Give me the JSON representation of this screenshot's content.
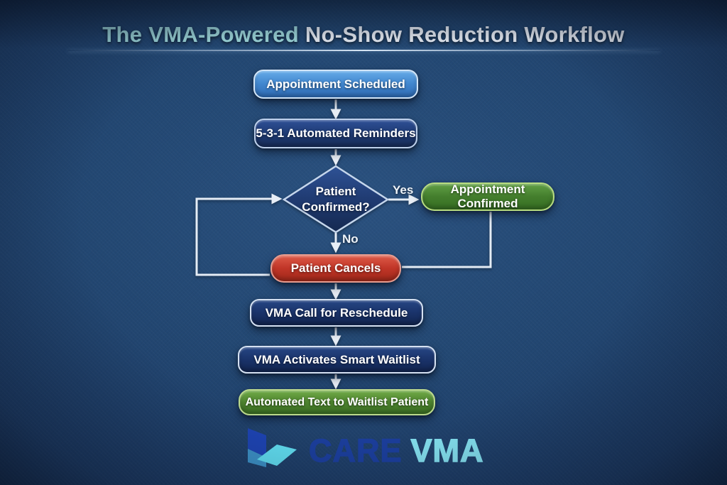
{
  "title": {
    "highlight": "The VMA-Powered",
    "rest": "No-Show Reduction Workflow"
  },
  "flow": {
    "scheduled": "Appointment Scheduled",
    "reminders": "5-3-1 Automated Reminders",
    "decision": "Patient Confirmed?",
    "confirmed": "Appointment Confirmed",
    "cancels": "Patient Cancels",
    "reschedule": "VMA Call for Reschedule",
    "waitlist": "VMA Activates Smart Waitlist",
    "text_waitlist": "Automated Text to Waitlist Patient",
    "yes_label": "Yes",
    "no_label": "No"
  },
  "logo": {
    "word1": "CARE",
    "word2": "VMA"
  },
  "colors": {
    "background": "#1d3c66",
    "title_highlight": "#9fd9dd",
    "title_rest": "#e9eef6",
    "box_blue": "#4287cf",
    "box_navy": "#1f3b74",
    "box_green": "#447e2d",
    "box_red": "#c03527",
    "arrow": "#e4ecf5",
    "logo_blue": "#1c3f9e",
    "logo_cyan": "#86e3f2"
  }
}
